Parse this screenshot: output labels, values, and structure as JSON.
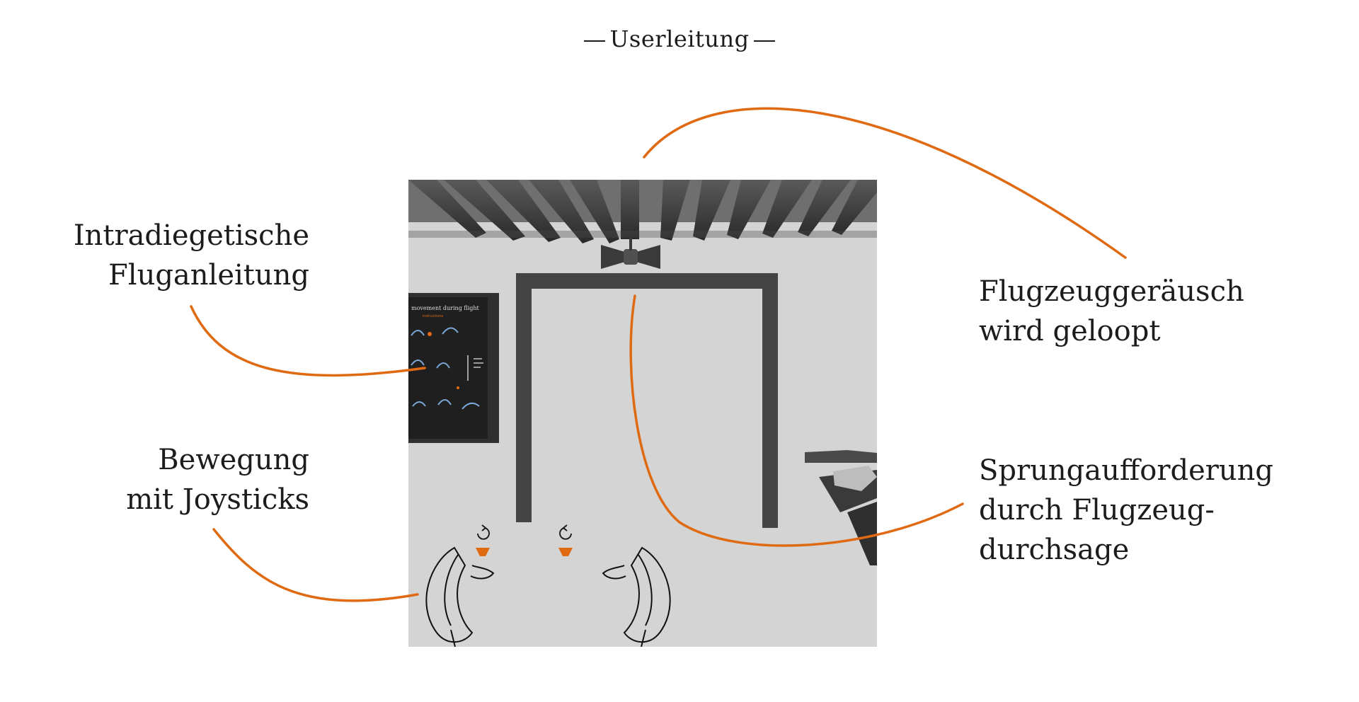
{
  "title": "Userleitung",
  "labels": {
    "instructions": [
      "Intradiegetische",
      "Fluganleitung"
    ],
    "movement": [
      "Bewegung",
      "mit Joysticks"
    ],
    "sound": [
      "Flugzeuggeräusch",
      "wird geloopt"
    ],
    "jump": [
      "Sprungaufforderung",
      "durch Flugzeug-",
      "durchsage"
    ]
  },
  "poster": {
    "title": "movement during flight",
    "subtitle": "instructions"
  },
  "colors": {
    "accent": "#e06a12",
    "scene_wall": "#d4d4d4",
    "scene_dark": "#3a3a3a",
    "text": "#1c1c1c"
  },
  "icons": [
    "speaker-icon",
    "rotate-arrow-icon",
    "vr-controller-icon"
  ]
}
